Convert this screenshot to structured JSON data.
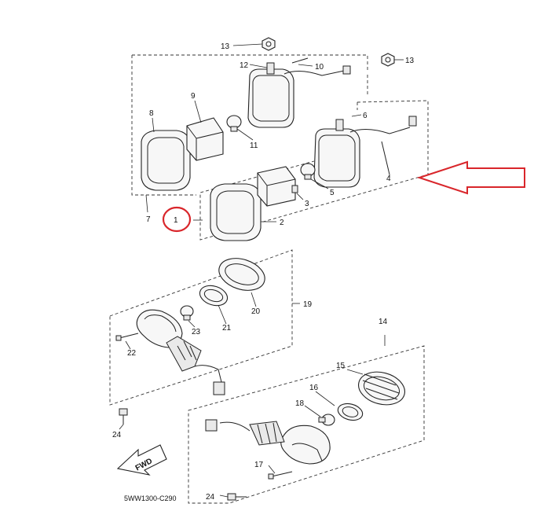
{
  "diagram": {
    "drawing_code": "5WW1300-C290",
    "direction_label": "FWD",
    "highlight_color": "#d9262b",
    "ink_color": "#222222",
    "part_labels": {
      "p1": "1",
      "p2": "2",
      "p3": "3",
      "p4": "4",
      "p5": "5",
      "p6": "6",
      "p7": "7",
      "p8": "8",
      "p9": "9",
      "p10": "10",
      "p11": "11",
      "p12": "12",
      "p13a": "13",
      "p13b": "13",
      "p14": "14",
      "p15": "15",
      "p16": "16",
      "p17": "17",
      "p18": "18",
      "p19": "19",
      "p20": "20",
      "p21": "21",
      "p22": "22",
      "p23": "23",
      "p24a": "24",
      "p24b": "24"
    }
  }
}
